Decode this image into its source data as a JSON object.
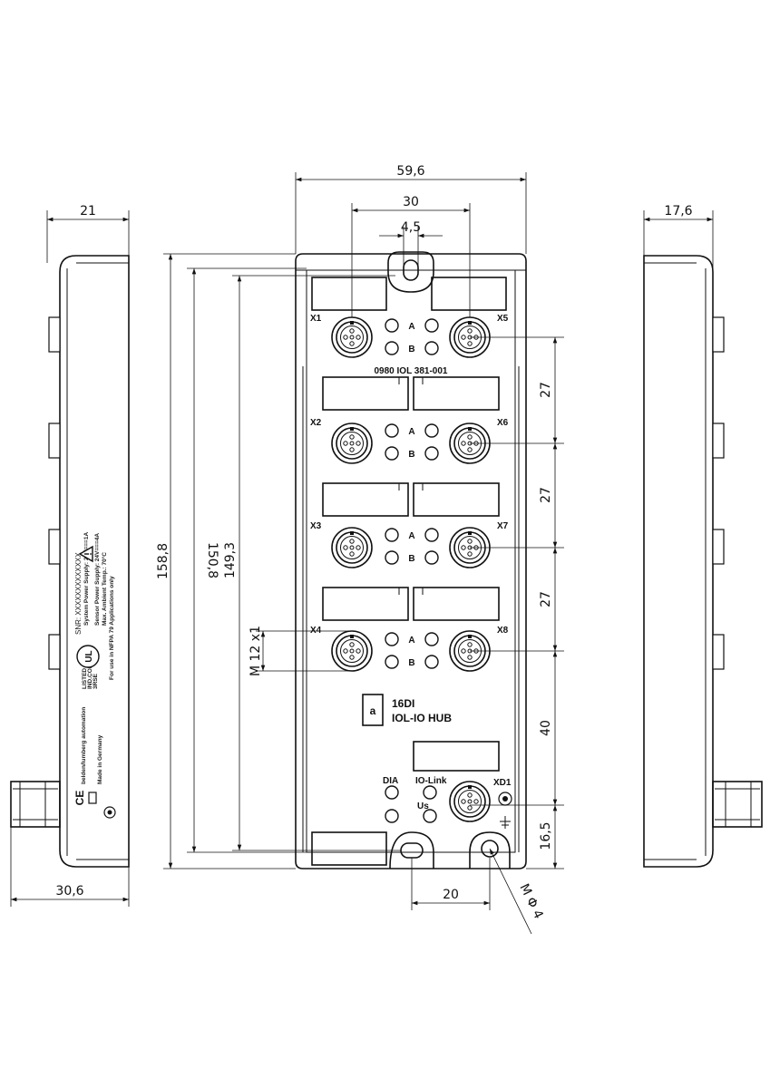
{
  "dimensions": {
    "width_total": "59,6",
    "port_spacing_horizontal": "30",
    "hole_width": "4,5",
    "side_left_width": "21",
    "side_right_width": "17,6",
    "bottom_left_width": "30,6",
    "height_total": "158,8",
    "height_inner": "150,8",
    "height_holes": "149,3",
    "pitch_1": "27",
    "pitch_2": "27",
    "pitch_3": "27",
    "pitch_4": "40",
    "pitch_5": "16,5",
    "bottom_hole_spacing": "20",
    "thread": "M 12 x1",
    "mount_hole": "M Φ 4"
  },
  "ports": {
    "x1": "X1",
    "x2": "X2",
    "x3": "X3",
    "x4": "X4",
    "x5": "X5",
    "x6": "X6",
    "x7": "X7",
    "x8": "X8",
    "a": "A",
    "b": "B",
    "xd1": "XD1"
  },
  "labels": {
    "part_number": "0980 IOL 381-001",
    "model_line1": "16DI",
    "model_line2": "IOL-IO HUB",
    "dia": "DIA",
    "io_link": "IO-Link",
    "us": "Us"
  },
  "side_text": {
    "snr": "SNR: XXXXXXXXXXXXX",
    "supply1": "System Power Supply: 24V===1A",
    "supply2": "Sensor Power Supply: 24V===4A",
    "supply3": "Max. Ambient Temp.: 70°C",
    "listed": "LISTED",
    "ind_cont": "IND.CONT.EQ.",
    "code": "3RSE",
    "nfpa": "For use in NFPA 79 Applications only",
    "brand": "belden/lumberg automation",
    "made": "Made in Germany"
  }
}
